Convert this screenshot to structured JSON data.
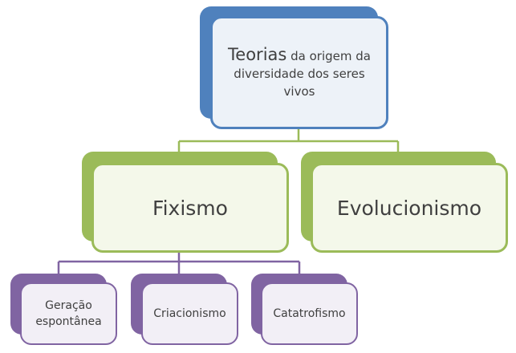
{
  "diagram": {
    "root": {
      "title_em": "Teorias",
      "title_rest": "da origem da diversidade dos seres vivos"
    },
    "level2": [
      {
        "label": "Fixismo"
      },
      {
        "label": "Evolucionismo"
      }
    ],
    "level3": [
      {
        "label": "Geração espontânea"
      },
      {
        "label": "Criacionismo"
      },
      {
        "label": "Catatrofismo"
      }
    ],
    "colors": {
      "root": "#4f81bd",
      "root_fill": "#edf2f8",
      "level2": "#9bbb59",
      "level2_fill": "#f4f8ea",
      "level3": "#8064a2",
      "level3_fill": "#f2eff6"
    }
  }
}
